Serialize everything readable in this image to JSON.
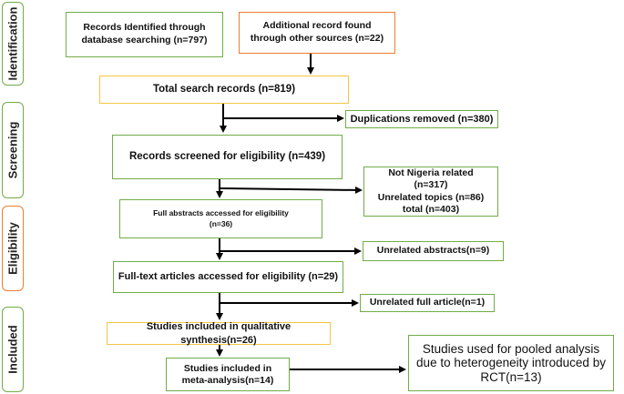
{
  "phases": {
    "identification": "Identification",
    "screening": "Screening",
    "eligibility": "Eligibility",
    "included": "Included"
  },
  "boxes": {
    "database": "Records Identified through database searching (n=797)",
    "other_sources": "Additional record found through other sources (n=22)",
    "total": "Total search records (n=819)",
    "duplicates": "Duplications removed (n=380)",
    "screened": "Records screened for eligibility (n=439)",
    "excluded_line1": "Not Nigeria related",
    "excluded_line2": "(n=317)",
    "excluded_line3": "Unrelated topics (n=86)",
    "excluded_line4": "total (n=403)",
    "abstracts": "Full abstracts accessed for eligibility (n=36)",
    "unrelated_abstracts": "Unrelated abstracts(n=9)",
    "fulltext": "Full-text articles accessed for eligibility (n=29)",
    "unrelated_full": "Unrelated full article(n=1)",
    "qualitative": "Studies included in qualitative synthesis(n=26)",
    "meta_line1": "Studies included in",
    "meta_line2": "meta-analysis(n=14)",
    "pooled": "Studies used for pooled analysis due to heterogeneity introduced by RCT(n=13)"
  },
  "colors": {
    "green_border": "#70ad47",
    "orange_border": "#ed7d31",
    "yellow_border": "#f2c744"
  }
}
